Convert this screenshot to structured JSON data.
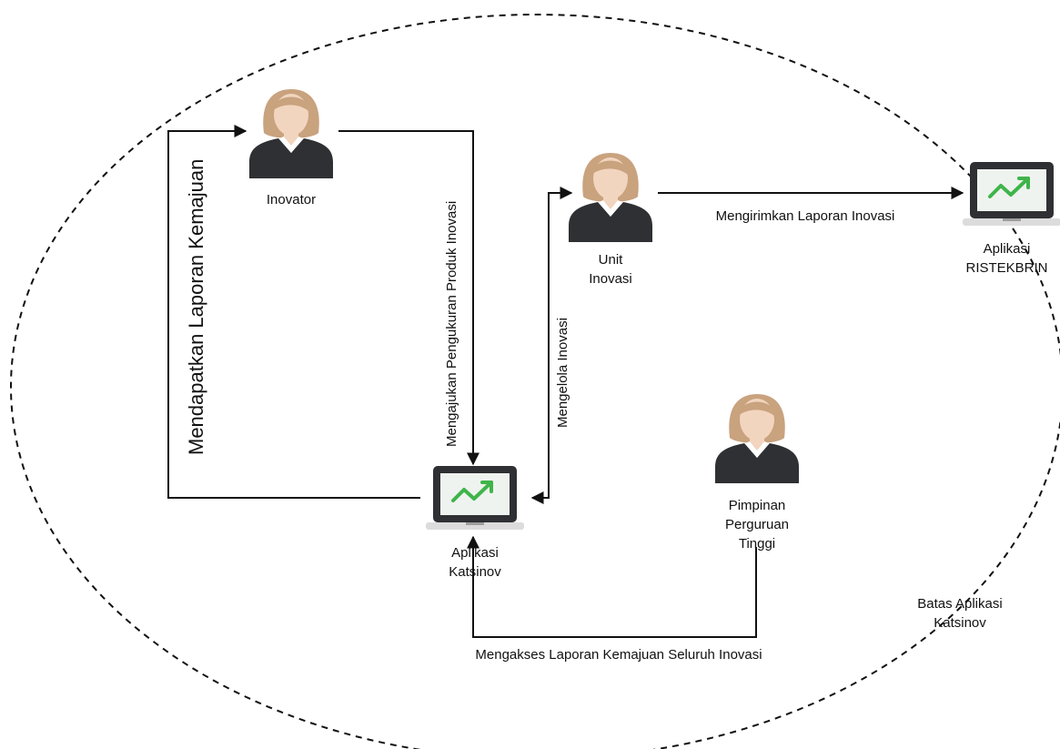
{
  "actors": {
    "inovator": "Inovator",
    "unit_inovasi": "Unit\nInovasi",
    "pimpinan": "Pimpinan\nPerguruan\nTinggi"
  },
  "systems": {
    "katsinov": "Aplikasi\nKatsinov",
    "ristekbrin": "Aplikasi\nRISTEKBRIN"
  },
  "boundary_label": "Batas Aplikasi\nKatsinov",
  "flows": {
    "mendapatkan": "Mendapatkan Laporan Kemajuan",
    "mengajukan": "Mengajukan Pengukuran Produk Inovasi",
    "mengelola": "Mengelola Inovasi",
    "mengirimkan": "Mengirimkan Laporan Inovasi",
    "mengakses": "Mengakses Laporan Kemajuan Seluruh Inovasi"
  },
  "colors": {
    "hair": "#c9a27e",
    "skin": "#f2d5bf",
    "suit": "#2f3033",
    "shirt": "#ffffff",
    "laptop_body": "#2f3033",
    "laptop_base": "#dcdcdc",
    "screen": "#eef3ef",
    "trend": "#3fb44a",
    "line": "#111111"
  }
}
